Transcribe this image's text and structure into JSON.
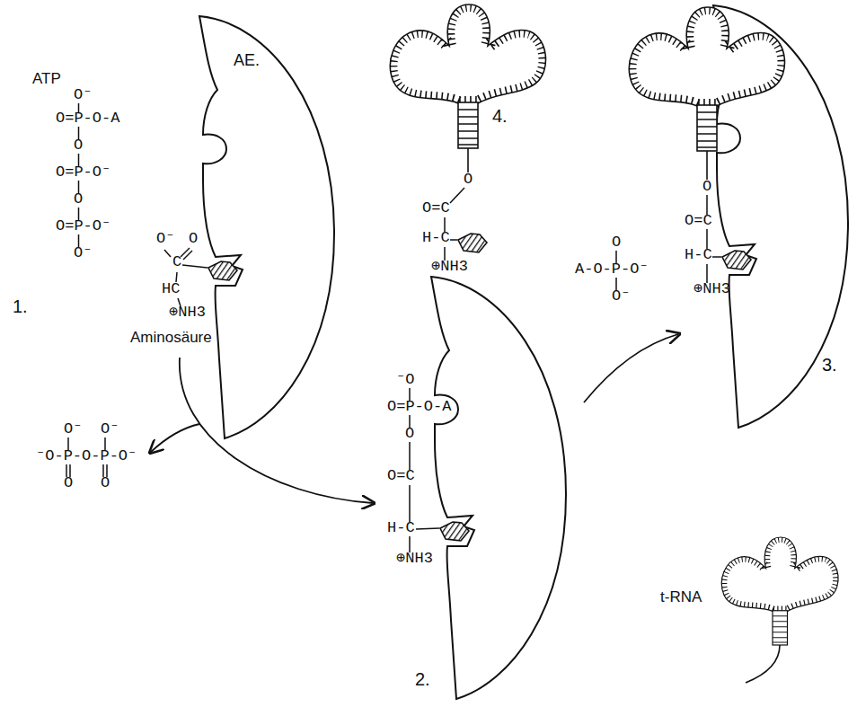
{
  "diagram": {
    "nodes": [
      {
        "text": [
          "AE."
        ]
      }
    ],
    "labels": [
      "ATP",
      "O⁻",
      "O=P-O-A",
      "O",
      "O=P-O⁻",
      "O",
      "O=P-O⁻",
      "O⁻",
      "O⁻",
      "O",
      "C",
      "HC",
      "⊕NH3",
      "Aminosäure",
      "1.",
      "O⁻",
      "O⁻",
      "⁻O-P-O-P-O⁻",
      "O",
      "O",
      "⁻O",
      "O=P-O-A",
      "O",
      "O=C",
      "H-C",
      "⊕NH3",
      "2.",
      "t-RNA",
      "O",
      "A-O-P-O⁻",
      "O⁻",
      "O",
      "O=C",
      "H-C",
      "⊕NH3",
      "3.",
      "O",
      "O=C",
      "H-C",
      "⊕NH3",
      "4."
    ]
  }
}
